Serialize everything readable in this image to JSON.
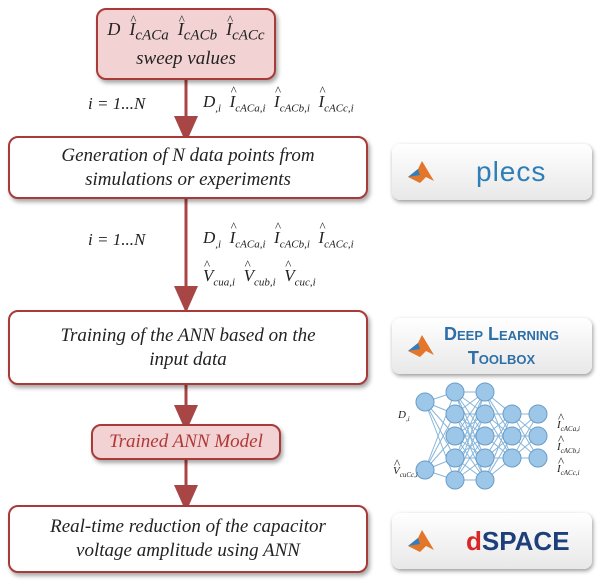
{
  "sweep_box": {
    "line2": "sweep values"
  },
  "step1": {
    "index_label": "i = 1...N"
  },
  "generation_box": {
    "text": "Generation of N data points from simulations or experiments"
  },
  "step2": {
    "index_label": "i = 1...N"
  },
  "training_box": {
    "text": "Training of the ANN based on the input data"
  },
  "trained_box": {
    "text": "Trained ANN Model"
  },
  "realtime_box": {
    "text": "Real-time reduction of the capacitor voltage amplitude using ANN"
  },
  "tools": {
    "plecs": "plecs",
    "dlt_line1": "Deep Learning",
    "dlt_line2": "Toolbox",
    "dspace_d": "d",
    "dspace_rest": "SPACE"
  },
  "colors": {
    "box_border": "#a83a3a",
    "arrow": "#a84545",
    "pink_fill": "#f2d2d2",
    "plecs_blue": "#2e7fb8",
    "dspace_red": "#d92626",
    "node_blue": "#9cc7e8"
  }
}
